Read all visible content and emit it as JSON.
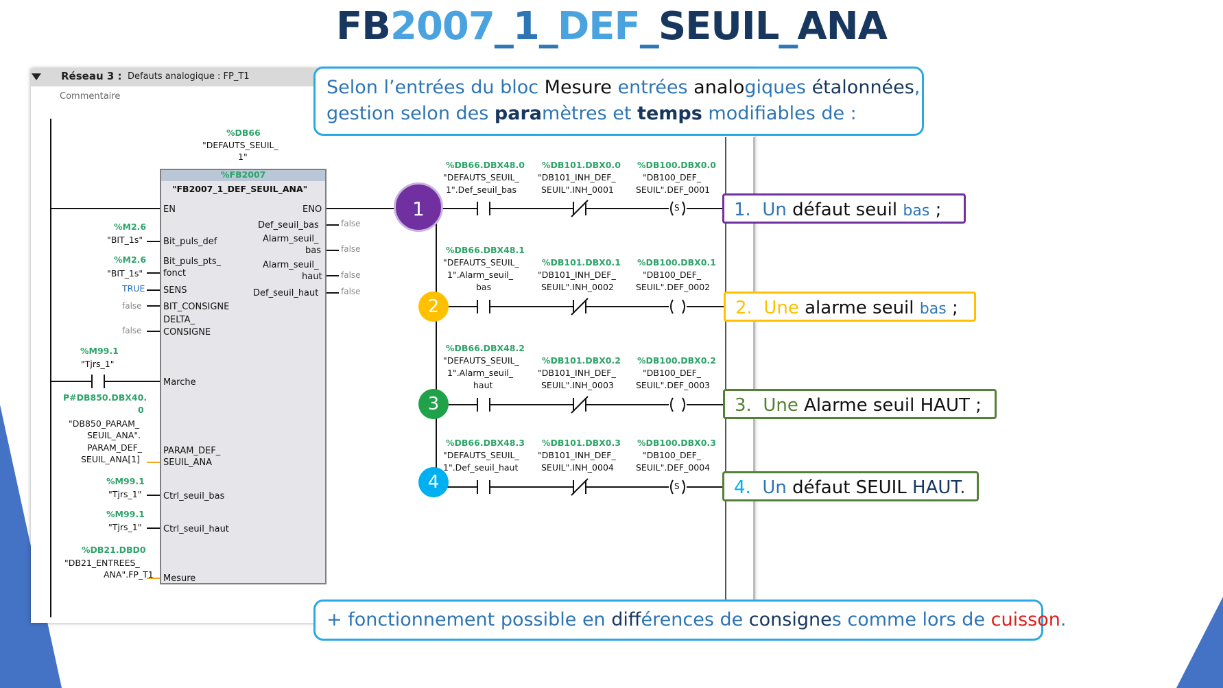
{
  "slide": {
    "title_parts": [
      "FB",
      "2007",
      "_1_",
      "DEF",
      "_",
      "SEUIL",
      "_",
      "ANA"
    ]
  },
  "network": {
    "title": "Réseau 3 :",
    "subtitle": "Defauts analogique : FP_T1",
    "comment": "Commentaire"
  },
  "fb": {
    "instance_addr": "%DB66",
    "instance_tag_1": "\"DEFAUTS_SEUIL_",
    "instance_tag_2": "1\"",
    "block_addr": "%FB2007",
    "block_name": "\"FB2007_1_DEF_SEUIL_ANA\"",
    "in_en": "EN",
    "out_eno": "ENO",
    "in_pins": [
      "Bit_puls_def",
      "Bit_puls_pts_",
      "fonct",
      "SENS",
      "BIT_CONSIGNE",
      "DELTA_",
      "CONSIGNE",
      "Marche",
      "PARAM_DEF_",
      "SEUIL_ANA",
      "Ctrl_seuil_bas",
      "Ctrl_seuil_haut",
      "Mesure"
    ],
    "out_pins": [
      "Def_seuil_bas",
      "Alarm_seuil_",
      "bas",
      "Alarm_seuil_",
      "haut",
      "Def_seuil_haut"
    ],
    "out_value": "false",
    "inputs": {
      "m26_addr": "%M2.6",
      "m26_tag": "\"BIT_1s\"",
      "true_val": "TRUE",
      "false_val": "false",
      "m991_addr": "%M99.1",
      "m991_tag": "\"Tjrs_1\"",
      "p_addr_1": "P#DB850.DBX40.",
      "p_addr_2": "0",
      "p_tag_1": "\"DB850_PARAM_",
      "p_tag_2": "SEUIL_ANA\".",
      "p_tag_3": "PARAM_DEF_",
      "p_tag_4": "SEUIL_ANA[1]",
      "db21_addr": "%DB21.DBD0",
      "db21_tag_1": "\"DB21_ENTREES_",
      "db21_tag_2": "ANA\".FP_T1"
    }
  },
  "rungs": [
    {
      "num": "1",
      "c1_addr": "%DB66.DBX48.0",
      "c1_tag": [
        "\"DEFAUTS_SEUIL_",
        "1\".Def_seuil_bas"
      ],
      "c2_addr": "%DB101.DBX0.0",
      "c2_tag": [
        "\"DB101_INH_DEF_",
        "SEUIL\".INH_0001"
      ],
      "c3_addr": "%DB100.DBX0.0",
      "c3_tag": [
        "\"DB100_DEF_",
        "SEUIL\".DEF_0001"
      ],
      "coil": "S",
      "item_num": "1.",
      "item_parts": [
        "Un",
        " défaut  seuil ",
        "bas",
        " ;"
      ]
    },
    {
      "num": "2",
      "c1_addr": "%DB66.DBX48.1",
      "c1_tag": [
        "\"DEFAUTS_SEUIL_",
        "1\".Alarm_seuil_",
        "bas"
      ],
      "c2_addr": "%DB101.DBX0.1",
      "c2_tag": [
        "\"DB101_INH_DEF_",
        "SEUIL\".INH_0002"
      ],
      "c3_addr": "%DB100.DBX0.1",
      "c3_tag": [
        "\"DB100_DEF_",
        "SEUIL\".DEF_0002"
      ],
      "coil": "",
      "item_num": "2.",
      "item_parts": [
        "Une",
        " alarme seuil ",
        "bas",
        " ;"
      ]
    },
    {
      "num": "3",
      "c1_addr": "%DB66.DBX48.2",
      "c1_tag": [
        "\"DEFAUTS_SEUIL_",
        "1\".Alarm_seuil_",
        "haut"
      ],
      "c2_addr": "%DB101.DBX0.2",
      "c2_tag": [
        "\"DB101_INH_DEF_",
        "SEUIL\".INH_0003"
      ],
      "c3_addr": "%DB100.DBX0.2",
      "c3_tag": [
        "\"DB100_DEF_",
        "SEUIL\".DEF_0003"
      ],
      "coil": "",
      "item_num": "3.",
      "item_parts": [
        "Une",
        " Alarme seuil HAUT ;",
        "",
        ""
      ]
    },
    {
      "num": "4",
      "c1_addr": "%DB66.DBX48.3",
      "c1_tag": [
        "\"DEFAUTS_SEUIL_",
        "1\".Def_seuil_haut"
      ],
      "c2_addr": "%DB101.DBX0.3",
      "c2_tag": [
        "\"DB101_INH_DEF_",
        "SEUIL\".INH_0004"
      ],
      "c3_addr": "%DB100.DBX0.3",
      "c3_tag": [
        "\"DB100_DEF_",
        "SEUIL\".DEF_0004"
      ],
      "coil": "S",
      "item_num": "4.",
      "item_parts": [
        "Un",
        " défaut SEUIL ",
        "HAUT.",
        ""
      ]
    }
  ],
  "callout_top": {
    "l1": [
      "Selon l’entrées du bloc ",
      "Mesure",
      " entrées ",
      "analo",
      "giques ",
      "étalonnées",
      ","
    ],
    "l2": [
      "gestion selon des ",
      "para",
      "mètres et ",
      "temps",
      " modifiables  de :"
    ]
  },
  "callout_bottom": {
    "parts": [
      "+ fonctionnement possible en ",
      "diff",
      "érences de ",
      "consigne",
      "s comme lors de ",
      "cuisson",
      "."
    ]
  },
  "colors": {
    "rung1": "#7030a0",
    "rung2": "#ffc000",
    "rung3": "#1fa24a",
    "rung4": "#00b0f0",
    "item3_border": "#538135",
    "item4_border": "#538135",
    "callout_border": "#29a9e0",
    "deco": "#4472c4"
  }
}
